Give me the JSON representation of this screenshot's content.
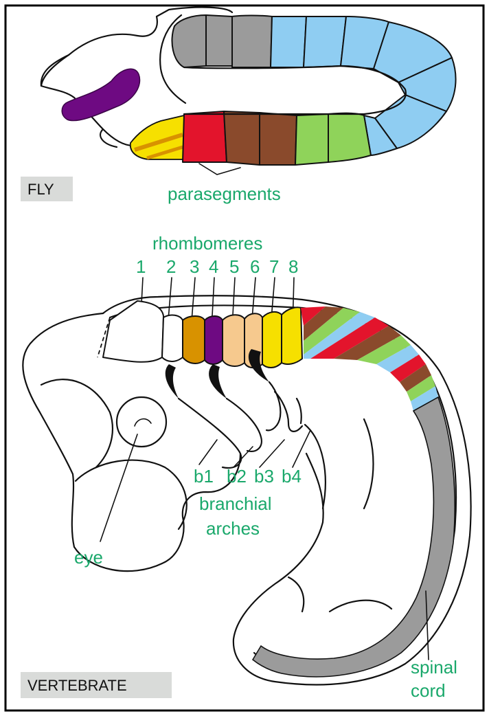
{
  "labels": {
    "fly_tag": "FLY",
    "vertebrate_tag": "VERTEBRATE",
    "parasegments": "parasegments",
    "rhombomeres": "rhombomeres",
    "rhombomere_numbers": [
      "1",
      "2",
      "3",
      "4",
      "5",
      "6",
      "7",
      "8"
    ],
    "arches": [
      "b1",
      "b2",
      "b3",
      "b4"
    ],
    "branchial_line1": "branchial",
    "branchial_line2": "arches",
    "eye": "eye",
    "spinal_line1": "spinal",
    "spinal_line2": "cord"
  },
  "colors": {
    "grey": "#9b9b9b",
    "blue": "#8fcdf2",
    "purple": "#6e0a82",
    "yellow": "#f6e000",
    "orange": "#d89200",
    "red": "#e3142c",
    "brown": "#8a4a2c",
    "green": "#8fd35a",
    "peach": "#f6c98e",
    "label_green": "#1aa86b",
    "tag_bg": "#d9dbd9"
  }
}
